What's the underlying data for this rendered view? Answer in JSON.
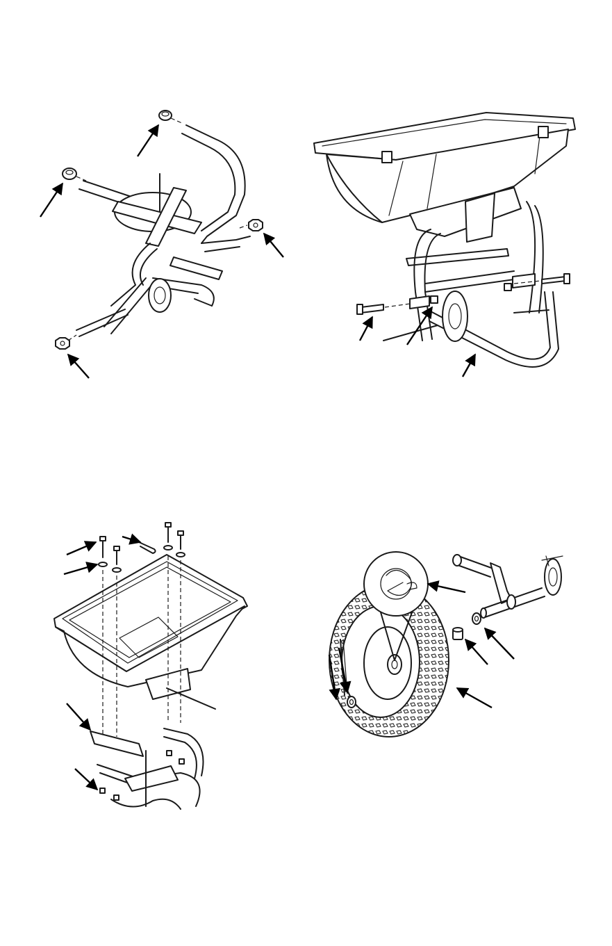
{
  "figures": [
    {
      "id": "handle-assembly",
      "callouts": 4
    },
    {
      "id": "hopper-frame-assembly",
      "callouts": 3
    },
    {
      "id": "hopper-mount-assembly",
      "callouts": 5
    },
    {
      "id": "wheel-assembly",
      "callouts": 6
    }
  ],
  "colors": {
    "ink": "#1a1a1a",
    "paper": "#ffffff"
  }
}
